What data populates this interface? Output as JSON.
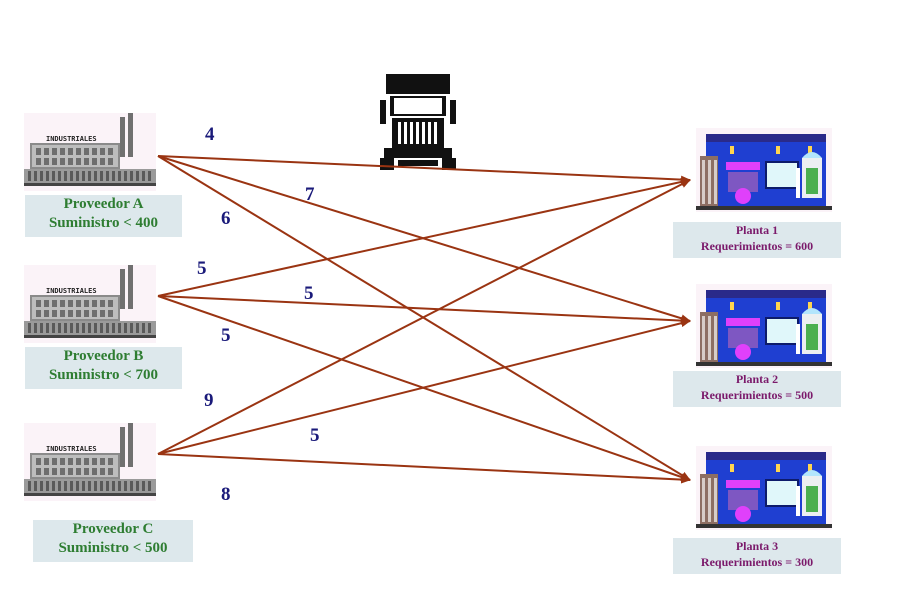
{
  "suppliers": [
    {
      "name": "Proveedor A",
      "supply": "Suministro < 400",
      "sign": "INDUSTRIALES"
    },
    {
      "name": "Proveedor B",
      "supply": "Suministro < 700",
      "sign": "INDUSTRIALES"
    },
    {
      "name": "Proveedor C",
      "supply": "Suministro < 500",
      "sign": "INDUSTRIALES"
    }
  ],
  "plants": [
    {
      "name": "Planta 1",
      "requirement": "Requerimientos = 600"
    },
    {
      "name": "Planta 2",
      "requirement": "Requerimientos = 500"
    },
    {
      "name": "Planta 3",
      "requirement": "Requerimientos = 300"
    }
  ],
  "routes": [
    {
      "from": "Proveedor A",
      "to": "Planta 1",
      "cost": "4"
    },
    {
      "from": "Proveedor A",
      "to": "Planta 2",
      "cost": "7"
    },
    {
      "from": "Proveedor A",
      "to": "Planta 3",
      "cost": "6"
    },
    {
      "from": "Proveedor B",
      "to": "Planta 1",
      "cost": "5"
    },
    {
      "from": "Proveedor B",
      "to": "Planta 2",
      "cost": "5"
    },
    {
      "from": "Proveedor B",
      "to": "Planta 3",
      "cost": "5"
    },
    {
      "from": "Proveedor C",
      "to": "Planta 1",
      "cost": "9"
    },
    {
      "from": "Proveedor C",
      "to": "Planta 2",
      "cost": "5"
    },
    {
      "from": "Proveedor C",
      "to": "Planta 3",
      "cost": "8"
    }
  ],
  "colors": {
    "arrow": "#9a3412",
    "cost_text": "#1a1a7a",
    "supplier_text": "#2e7d32",
    "plant_text": "#7b1a6b",
    "label_bg": "#dde8ec"
  },
  "icons": {
    "supplier": "factory-icon",
    "plant": "storefront-icon",
    "transport": "truck-icon"
  }
}
